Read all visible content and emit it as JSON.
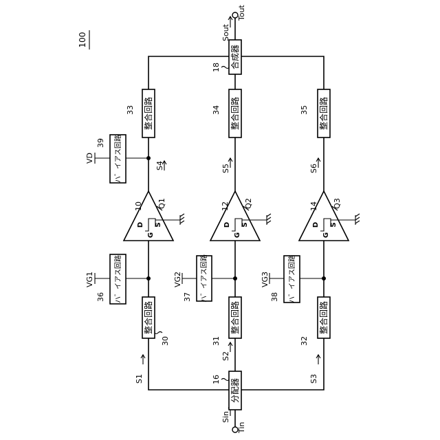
{
  "figure": {
    "ref_number": "100"
  },
  "terminals": {
    "input_signal": "Sin",
    "input_terminal": "Tin",
    "output_signal": "Sout",
    "output_terminal": "Tout"
  },
  "distributor": {
    "ref": "16",
    "label": "分配器"
  },
  "combiner": {
    "ref": "18",
    "label": "合成器"
  },
  "branches": [
    {
      "input_signal": "S1",
      "input_match": {
        "ref": "30",
        "label": "整合回路"
      },
      "gate_bias": {
        "ref": "36",
        "label": "ハ゛イアス回路",
        "voltage": "VG1"
      },
      "amp": {
        "ref": "10",
        "transistor": "Q1",
        "gate": "G",
        "drain": "D",
        "source": "S"
      },
      "output_signal": "S4",
      "output_match": {
        "ref": "33",
        "label": "整合回路"
      },
      "drain_bias": {
        "ref": "39",
        "label": "ハ゛イアス回路",
        "voltage": "VD"
      }
    },
    {
      "input_signal": "S2",
      "input_match": {
        "ref": "31",
        "label": "整合回路"
      },
      "gate_bias": {
        "ref": "37",
        "label": "ハ゛イアス回路",
        "voltage": "VG2"
      },
      "amp": {
        "ref": "12",
        "transistor": "Q2",
        "gate": "G",
        "drain": "D",
        "source": "S"
      },
      "output_signal": "S5",
      "output_match": {
        "ref": "34",
        "label": "整合回路"
      }
    },
    {
      "input_signal": "S3",
      "input_match": {
        "ref": "32",
        "label": "整合回路"
      },
      "gate_bias": {
        "ref": "38",
        "label": "ハ゛イアス回路",
        "voltage": "VG3"
      },
      "amp": {
        "ref": "14",
        "transistor": "Q3",
        "gate": "G",
        "drain": "D",
        "source": "S"
      },
      "output_signal": "S6",
      "output_match": {
        "ref": "35",
        "label": "整合回路"
      }
    }
  ]
}
